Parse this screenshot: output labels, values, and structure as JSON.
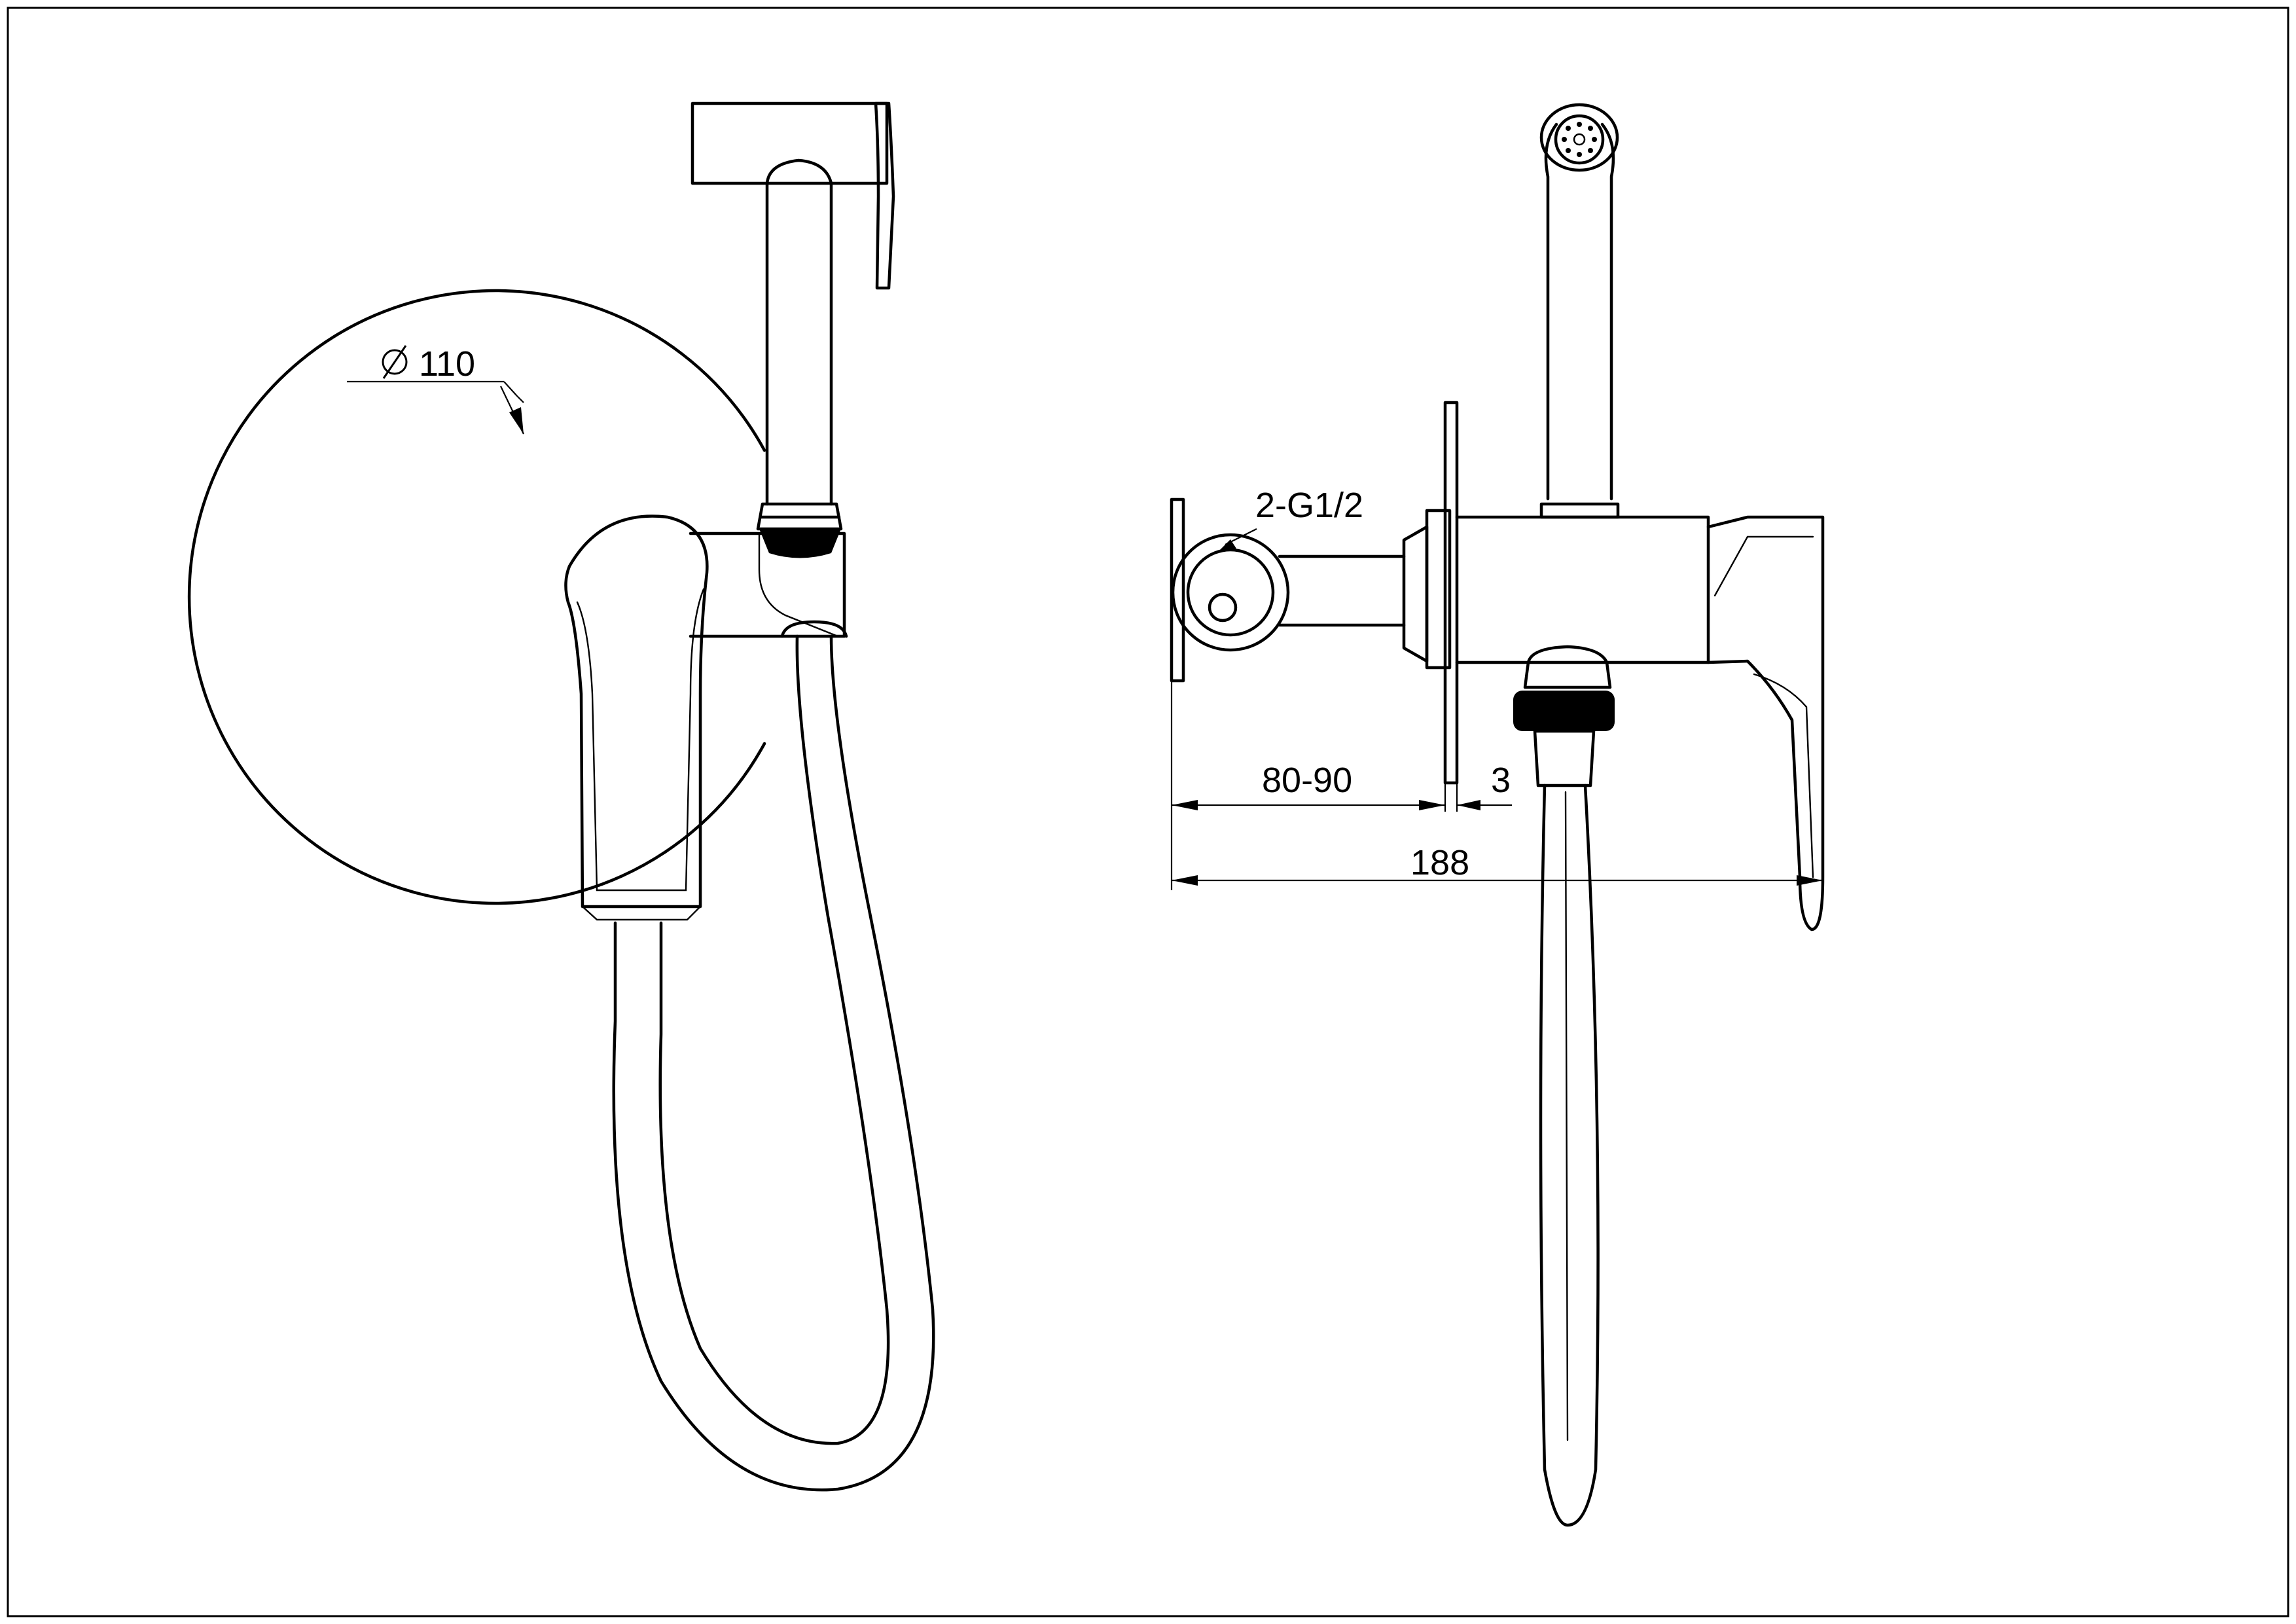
{
  "labels": {
    "diameter": "110",
    "connection": "2-G1/2",
    "wall_depth": "80-90",
    "plate_thickness": "3",
    "total_depth": "188"
  },
  "icons": {
    "diameter_symbol": "diameter-symbol-icon"
  }
}
